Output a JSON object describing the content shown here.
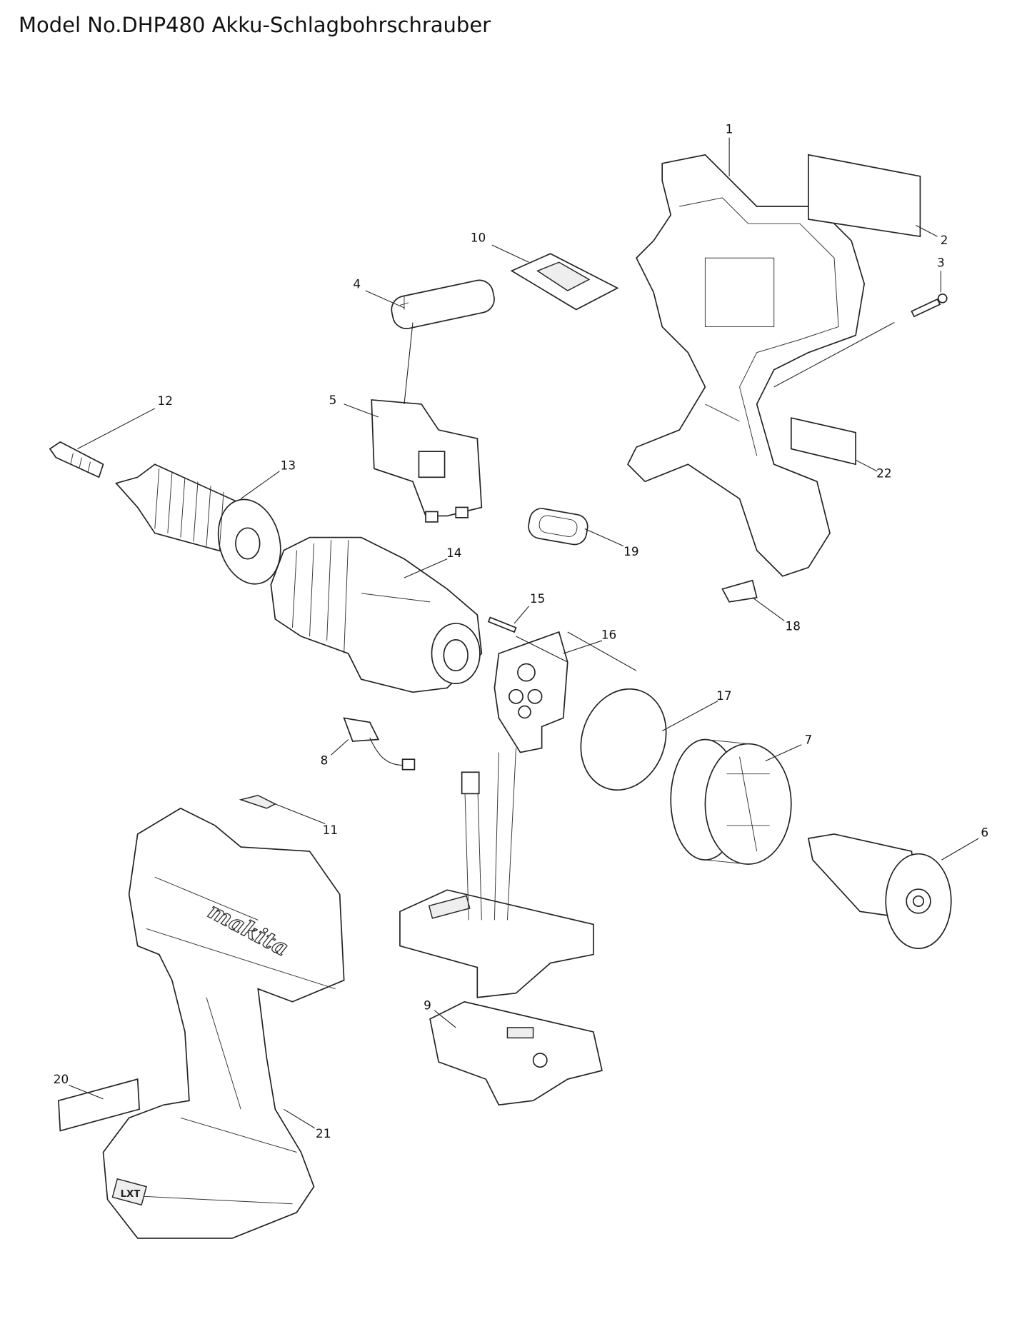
{
  "title": "Model No.DHP480 Akku-Schlagbohrschrauber",
  "parts": [
    {
      "no": "1"
    },
    {
      "no": "2"
    },
    {
      "no": "3"
    },
    {
      "no": "4"
    },
    {
      "no": "5"
    },
    {
      "no": "6"
    },
    {
      "no": "7"
    },
    {
      "no": "8"
    },
    {
      "no": "9"
    },
    {
      "no": "10"
    },
    {
      "no": "11"
    },
    {
      "no": "12"
    },
    {
      "no": "13"
    },
    {
      "no": "14"
    },
    {
      "no": "15"
    },
    {
      "no": "16"
    },
    {
      "no": "17"
    },
    {
      "no": "18"
    },
    {
      "no": "19"
    },
    {
      "no": "20"
    },
    {
      "no": "21"
    },
    {
      "no": "22"
    }
  ],
  "logos": [
    "makita",
    "LXT"
  ]
}
